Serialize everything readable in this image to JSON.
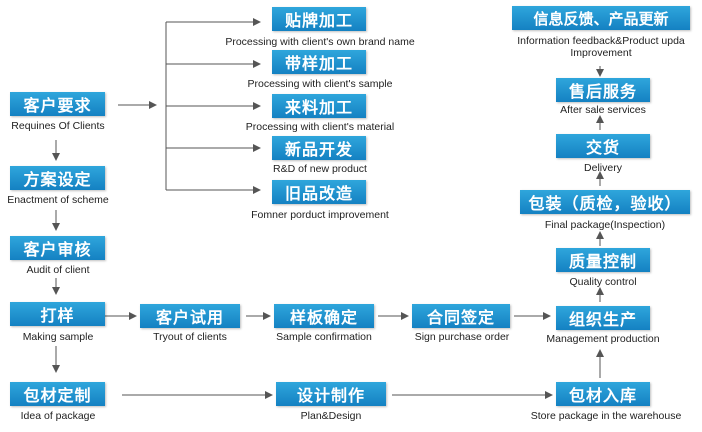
{
  "nodes": {
    "requirement": {
      "label": "客户要求",
      "caption": "Requines Of Clients"
    },
    "scheme": {
      "label": "方案设定",
      "caption": "Enactment of scheme"
    },
    "audit": {
      "label": "客户审核",
      "caption": "Audit of client"
    },
    "making_sample": {
      "label": "打样",
      "caption": "Making sample"
    },
    "package_custom": {
      "label": "包材定制",
      "caption": "Idea of package"
    },
    "tryout": {
      "label": "客户试用",
      "caption": "Tryout of clients"
    },
    "confirm": {
      "label": "样板确定",
      "caption": "Sample confirmation"
    },
    "contract": {
      "label": "合同签定",
      "caption": "Sign purchase order"
    },
    "design": {
      "label": "设计制作",
      "caption": "Plan&Design"
    },
    "oem": {
      "label": "贴牌加工",
      "caption": "Processing with client's own brand name"
    },
    "sample_processing": {
      "label": "带样加工",
      "caption": "Processing with client's sample"
    },
    "material_processing": {
      "label": "来料加工",
      "caption": "Processing with client's material"
    },
    "new_product": {
      "label": "新品开发",
      "caption": "R&D of new product"
    },
    "improve": {
      "label": "旧品改造",
      "caption": "Fomner porduct improvement"
    },
    "production": {
      "label": "组织生产",
      "caption": "Management production"
    },
    "warehouse": {
      "label": "包材入库",
      "caption": "Store package in the warehouse"
    },
    "quality": {
      "label": "质量控制",
      "caption": "Quality control"
    },
    "final_package": {
      "label": "包装（质检，验收）",
      "caption": "Final package(Inspection)"
    },
    "delivery": {
      "label": "交货",
      "caption": "Delivery"
    },
    "after_sale": {
      "label": "售后服务",
      "caption": "After sale services"
    },
    "feedback": {
      "label": "信息反馈、产品更新",
      "caption": "Information feedback&Product upda",
      "caption2": "Improvement"
    }
  },
  "colors": {
    "box_top": "#2fa6dc",
    "box_bottom": "#1481c2",
    "line": "#555555"
  }
}
